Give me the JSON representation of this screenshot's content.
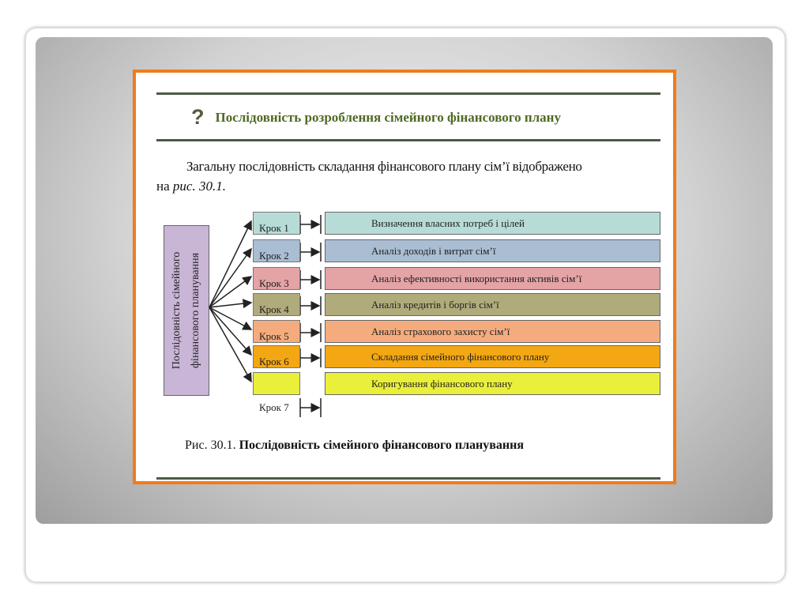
{
  "slide": {
    "heading": "Послідовність розроблення сімейного фінансового плану",
    "heading_icon": "question-mark",
    "paragraph_main": "Загальну послідовність складання фінансового плану сім’ї відображено",
    "paragraph_prefix": "на",
    "paragraph_ref": "рис. 30.1.",
    "diagram": {
      "root_line1": "Послідовність сімейного",
      "root_line2": "фінансового планування",
      "steps": [
        {
          "krok": "Крок 1",
          "label": "Визначення власних потреб і цілей",
          "color": "#b7dcd8"
        },
        {
          "krok": "Крок 2",
          "label": "Аналіз доходів і витрат сім’ї",
          "color": "#a9bdd3"
        },
        {
          "krok": "Крок 3",
          "label": "Аналіз ефективності використання активів сім’ї",
          "color": "#e4a3a5"
        },
        {
          "krok": "Крок 4",
          "label": "Аналіз кредитів і боргів сім’ї",
          "color": "#b0ab7a"
        },
        {
          "krok": "Крок 5",
          "label": "Аналіз страхового захисту сім’ї",
          "color": "#f4ac7e"
        },
        {
          "krok": "Крок 6",
          "label": "Складання сімейного фінансового плану",
          "color": "#f3a712"
        },
        {
          "krok": "Крок 7",
          "label": "Коригування фінансового плану",
          "color": "#eaf03a"
        }
      ]
    },
    "caption_prefix": "Рис. 30.1.",
    "caption_title": "Послідовність сімейного фінансового планування",
    "accent_border": "#f07c1c"
  }
}
